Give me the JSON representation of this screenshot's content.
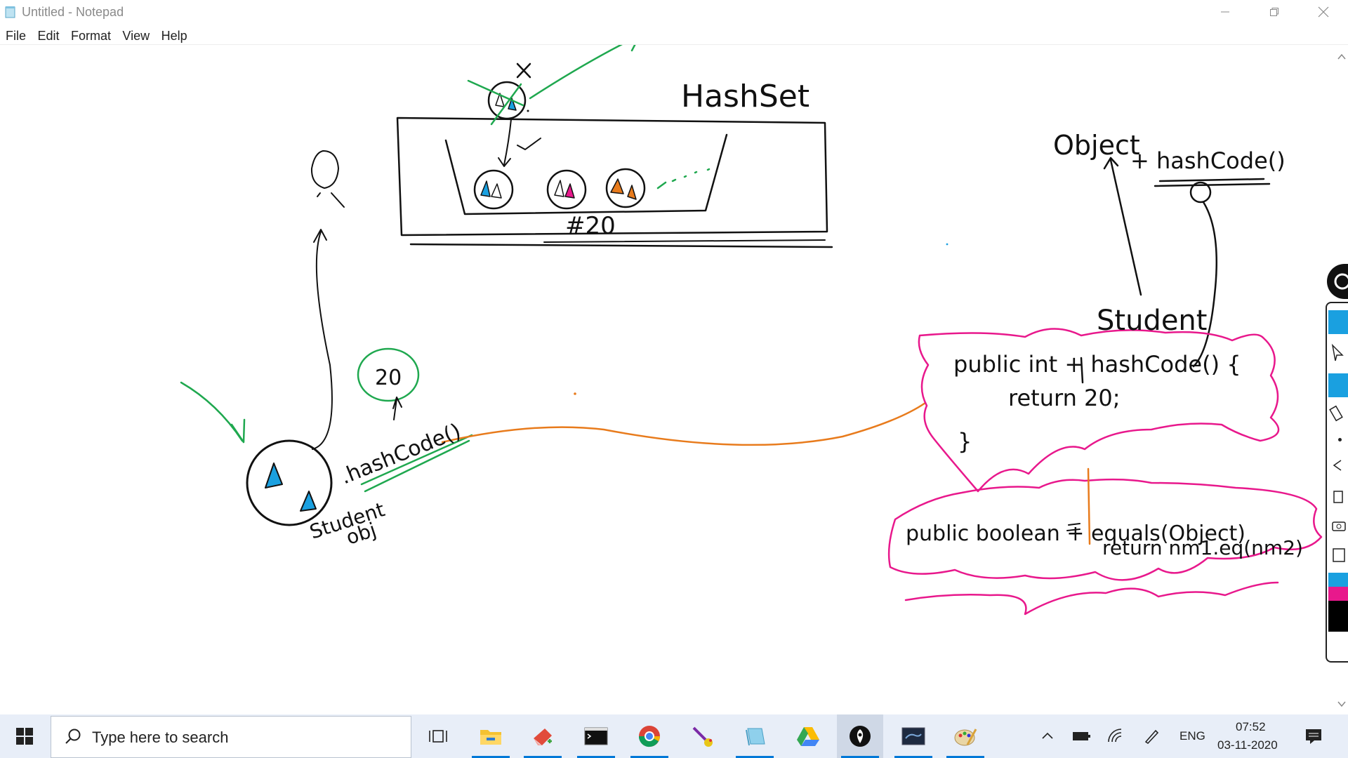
{
  "window": {
    "title": "Untitled - Notepad"
  },
  "menu": [
    "File",
    "Edit",
    "Format",
    "View",
    "Help"
  ],
  "drawing": {
    "hashset_label": "HashSet",
    "bucket_label": "#20",
    "object_label": "Object",
    "object_method": "+ hashCode()",
    "student_label": "Student",
    "code_line1": "public int + hashCode() {",
    "code_line2": "return 20;",
    "code_line3": "}",
    "equals_line1": "public boolean + equals(Object)",
    "equals_line2": "return nm1.eq(nm2)",
    "result_value": "20",
    "call_label": ".hashCode()",
    "obj_label_1": "Student",
    "obj_label_2": "obj",
    "cross_mark": "×",
    "check_mark": "✓"
  },
  "taskbar": {
    "search_placeholder": "Type here to search",
    "language": "ENG",
    "time": "07:52",
    "date": "03-11-2020",
    "apps": [
      "task-view-icon",
      "file-explorer-icon",
      "paint-eraser-icon",
      "terminal-icon",
      "chrome-icon",
      "wand-app-icon",
      "notepad-icon",
      "google-drive-icon",
      "epic-pen-icon",
      "mysql-icon",
      "paint-icon"
    ]
  },
  "colors": {
    "ink_black": "#111111",
    "ink_green": "#1fa84f",
    "ink_pink": "#e8188c",
    "ink_orange": "#e87b1c",
    "ink_blue": "#1aa0e0"
  }
}
